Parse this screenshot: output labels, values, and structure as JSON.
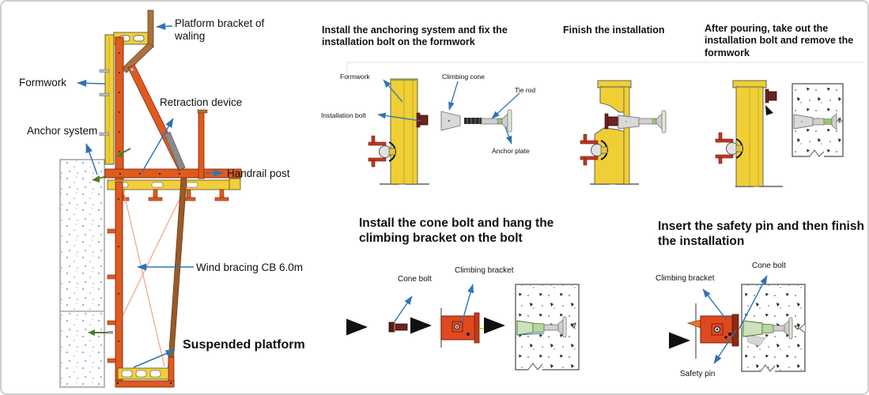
{
  "left": {
    "platform_bracket": "Platform bracket of waling",
    "formwork": "Formwork",
    "retraction_device": "Retraction device",
    "anchor_system": "Anchor system",
    "handrail_post": "Handrail post",
    "wind_bracing": "Wind bracing CB 6.0m",
    "suspended_platform": "Suspended platform"
  },
  "steps": [
    {
      "title": "Install the anchoring system and fix the installation bolt on the formwork",
      "labels": {
        "formwork": "Formwork",
        "installation_bolt": "Installation bolt",
        "climbing_cone": "Climbing cone",
        "tie_rod": "Tie rod",
        "anchor_plate": "Anchor plate"
      }
    },
    {
      "title": "Finish the installation",
      "labels": {}
    },
    {
      "title": "After pouring, take out the installation bolt and remove the formwork",
      "labels": {}
    },
    {
      "title": "Install the cone bolt and hang the climbing bracket on the bolt",
      "labels": {
        "cone_bolt": "Cone bolt",
        "climbing_bracket": "Climbing bracket"
      }
    },
    {
      "title": "Insert the safety pin and then finish the installation",
      "labels": {
        "climbing_bracket": "Climbing bracket",
        "cone_bolt": "Cone bolt",
        "safety_pin": "Safety pin"
      }
    }
  ],
  "colors": {
    "arrow_blue": "#2E74B5",
    "formwork_yellow": "#EFCF35",
    "frame_orange": "#E05A1E",
    "bracket_red": "#E0491F",
    "bolt_dark_red": "#6E2222",
    "waler_brown": "#A9713D",
    "anchor_green": "#4A7D2A",
    "cone_gray": "#D9D9D9",
    "concrete_speckle": "#5A6FC0"
  }
}
